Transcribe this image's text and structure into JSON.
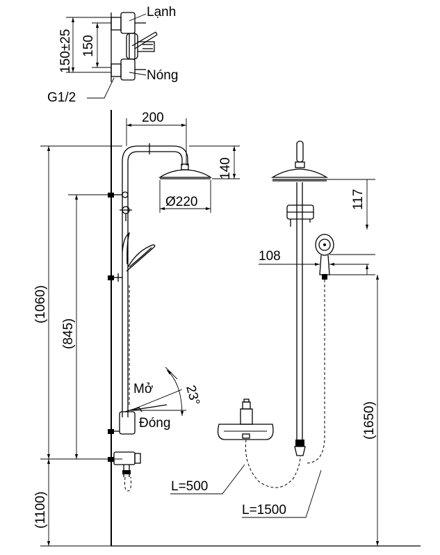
{
  "labels": {
    "cold": "Lạnh",
    "hot": "Nóng",
    "thread": "G1/2",
    "inlet_distance": "150±25",
    "inlet_distance_nominal": "150",
    "arm_length": "200",
    "head_drop": "140",
    "head_diameter": "Ø220",
    "total_height": "(1060)",
    "slide_height": "(845)",
    "floor_height": "(1100)",
    "handle_open": "Mở",
    "handle_close": "Đóng",
    "angle": "23°",
    "hand_shower_offset": "108",
    "bracket_drop": "117",
    "hand_height": "(1650)",
    "hose_short": "L=500",
    "hose_long": "L=1500"
  },
  "colors": {
    "line": "#000000",
    "background": "#ffffff"
  }
}
